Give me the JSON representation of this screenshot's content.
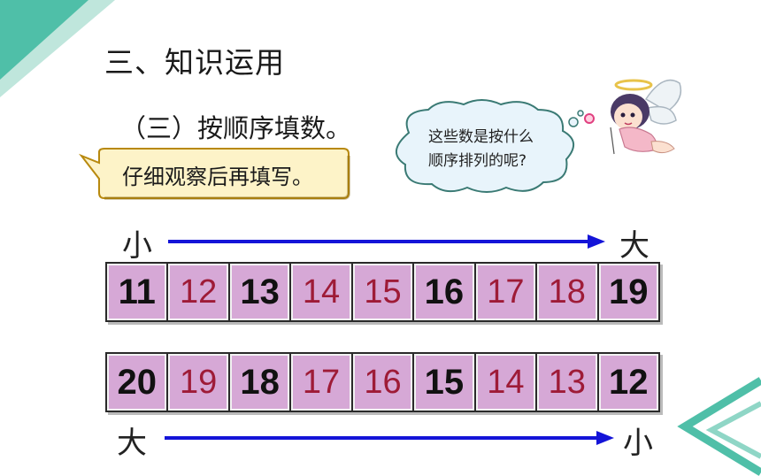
{
  "section_title": "三、知识运用",
  "sub_title": "（三）按顺序填数。",
  "hint": "仔细观察后再填写。",
  "thought": {
    "line1": "这些数是按什么",
    "line2": "顺序排列的呢?"
  },
  "labels": {
    "small": "小",
    "big": "大"
  },
  "row1": [
    {
      "v": "11",
      "given": true
    },
    {
      "v": "12",
      "given": false
    },
    {
      "v": "13",
      "given": true
    },
    {
      "v": "14",
      "given": false
    },
    {
      "v": "15",
      "given": false
    },
    {
      "v": "16",
      "given": true
    },
    {
      "v": "17",
      "given": false
    },
    {
      "v": "18",
      "given": false
    },
    {
      "v": "19",
      "given": true
    }
  ],
  "row2": [
    {
      "v": "20",
      "given": true
    },
    {
      "v": "19",
      "given": false
    },
    {
      "v": "18",
      "given": true
    },
    {
      "v": "17",
      "given": false
    },
    {
      "v": "16",
      "given": false
    },
    {
      "v": "15",
      "given": true
    },
    {
      "v": "14",
      "given": false
    },
    {
      "v": "13",
      "given": false
    },
    {
      "v": "12",
      "given": true
    }
  ],
  "colors": {
    "cell_bg": "#d6a8d6",
    "given_digit": "#111111",
    "filled_digit": "#9e1b37",
    "arrow": "#1414d8",
    "accent_teal": "#4fbfa8"
  }
}
